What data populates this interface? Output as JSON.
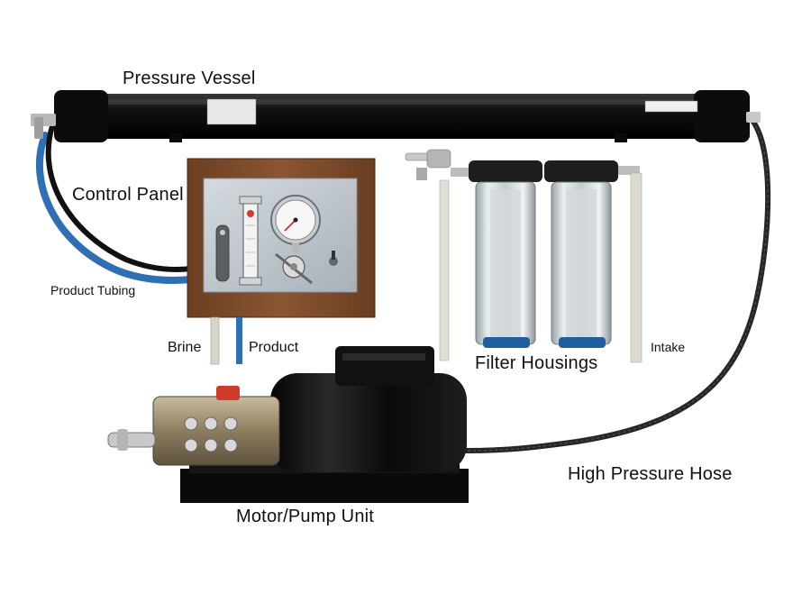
{
  "labels": {
    "pressure_vessel": "Pressure Vessel",
    "control_panel": "Control Panel",
    "product_tubing": "Product Tubing",
    "brine": "Brine",
    "product": "Product",
    "filter_housings": "Filter Housings",
    "intake": "Intake",
    "high_pressure_hose": "High Pressure Hose",
    "motor_pump_unit": "Motor/Pump Unit"
  },
  "colors": {
    "vessel": "#0d0d0d",
    "panel_wood": "#7a4a2a",
    "panel_steel": "#b9c1c8",
    "blue_tubing": "#2f6fb3",
    "hose": "#2b2b2b",
    "filter_blue": "#1f5f9e",
    "pump_brass": "#9b8a6a",
    "red_cap": "#d23a2a"
  },
  "icons": [
    "pressure-gauge-icon",
    "flow-meter-icon",
    "valve-handle-icon",
    "toggle-switch-icon"
  ]
}
